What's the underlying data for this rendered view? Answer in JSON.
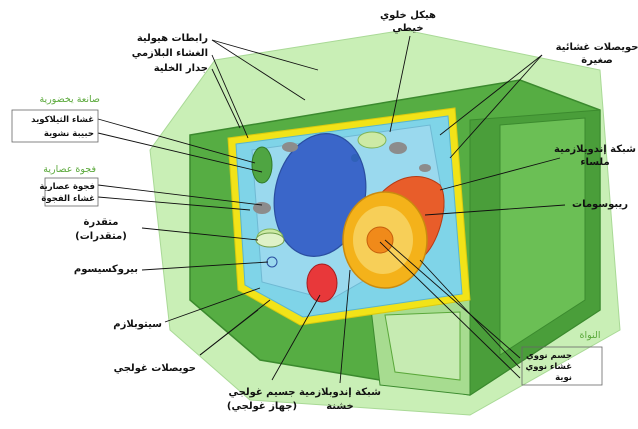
{
  "labels": {
    "cytoskeleton": [
      "هيكل خلوي",
      "خيطي"
    ],
    "plasmodesmata": "رابطات هيولية",
    "plasma_membrane": "الغشاء البلازمي",
    "cell_wall": "جدار الخلية",
    "small_vesicles": [
      "حويصلات غشائية",
      "صغيرة"
    ],
    "smooth_er": [
      "شبكة إندوبلازمية",
      "ملساء"
    ],
    "ribosomes": "ريبوسومات",
    "mitochondrion": [
      "متقدرة",
      "(متقدرات)"
    ],
    "peroxisome": "بيروكسيسوم",
    "cytoplasm": "سيتوبلازم",
    "golgi_vesicles": "حويصلات غولجي",
    "golgi_body": [
      "جسيم غولجي",
      "(جهاز غولجي)"
    ],
    "rough_er": [
      "شبكة إندوبلازمية",
      "خشنة"
    ]
  },
  "groups": {
    "chloroplast": {
      "title": "صانعة يخضورية",
      "items": [
        "غشاء الثيلاكويد",
        "حبيبة نشوية"
      ]
    },
    "vacuole": {
      "title": "فجوة عصارية",
      "items": [
        "فجوة عصارية",
        "غشاء الفجوة"
      ]
    },
    "nucleus": {
      "title": "النواة",
      "items": [
        "جسم نووي",
        "غشاء نووي",
        "نوية"
      ]
    }
  },
  "colors": {
    "cell_wall_dark": "#4a9e3a",
    "cell_wall_light": "#9fdc86",
    "background_green": "#c9efb6",
    "membrane": "#f2e318",
    "cytoplasm": "#7fd4e8",
    "vacuole": "#3a66c9",
    "nucleus": "#f4b21a",
    "golgi": "#e8383a",
    "group_title": "#5aa83a"
  }
}
